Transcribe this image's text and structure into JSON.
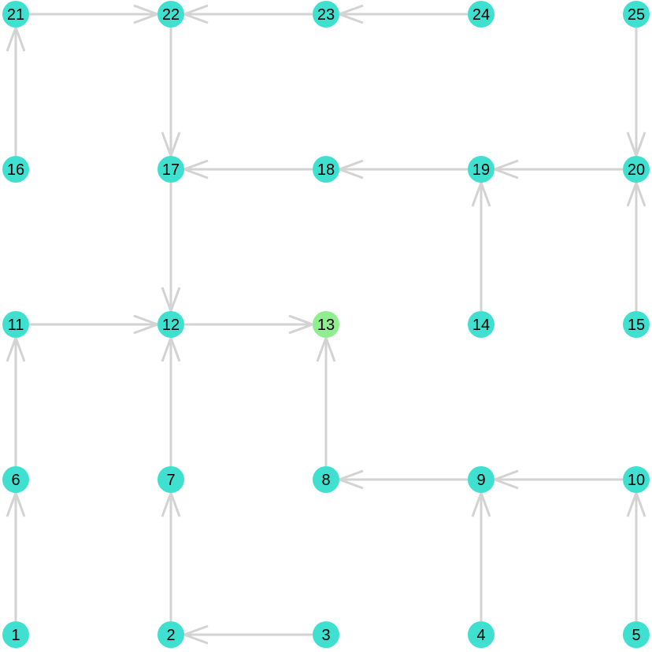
{
  "graph": {
    "colors": {
      "node_default": "#40e0d0",
      "node_highlight": "#90ee90",
      "edge": "#d3d3d3",
      "label": "#000000"
    },
    "highlight_node": "13",
    "nodes": [
      {
        "id": "1",
        "row": 0,
        "col": 0
      },
      {
        "id": "2",
        "row": 0,
        "col": 1
      },
      {
        "id": "3",
        "row": 0,
        "col": 2
      },
      {
        "id": "4",
        "row": 0,
        "col": 3
      },
      {
        "id": "5",
        "row": 0,
        "col": 4
      },
      {
        "id": "6",
        "row": 1,
        "col": 0
      },
      {
        "id": "7",
        "row": 1,
        "col": 1
      },
      {
        "id": "8",
        "row": 1,
        "col": 2
      },
      {
        "id": "9",
        "row": 1,
        "col": 3
      },
      {
        "id": "10",
        "row": 1,
        "col": 4
      },
      {
        "id": "11",
        "row": 2,
        "col": 0
      },
      {
        "id": "12",
        "row": 2,
        "col": 1
      },
      {
        "id": "13",
        "row": 2,
        "col": 2
      },
      {
        "id": "14",
        "row": 2,
        "col": 3
      },
      {
        "id": "15",
        "row": 2,
        "col": 4
      },
      {
        "id": "16",
        "row": 3,
        "col": 0
      },
      {
        "id": "17",
        "row": 3,
        "col": 1
      },
      {
        "id": "18",
        "row": 3,
        "col": 2
      },
      {
        "id": "19",
        "row": 3,
        "col": 3
      },
      {
        "id": "20",
        "row": 3,
        "col": 4
      },
      {
        "id": "21",
        "row": 4,
        "col": 0
      },
      {
        "id": "22",
        "row": 4,
        "col": 1
      },
      {
        "id": "23",
        "row": 4,
        "col": 2
      },
      {
        "id": "24",
        "row": 4,
        "col": 3
      },
      {
        "id": "25",
        "row": 4,
        "col": 4
      }
    ],
    "edges": [
      {
        "from": "1",
        "to": "6"
      },
      {
        "from": "3",
        "to": "2"
      },
      {
        "from": "2",
        "to": "7"
      },
      {
        "from": "4",
        "to": "9"
      },
      {
        "from": "5",
        "to": "10"
      },
      {
        "from": "6",
        "to": "11"
      },
      {
        "from": "7",
        "to": "12"
      },
      {
        "from": "8",
        "to": "13"
      },
      {
        "from": "9",
        "to": "8"
      },
      {
        "from": "10",
        "to": "9"
      },
      {
        "from": "11",
        "to": "12"
      },
      {
        "from": "12",
        "to": "13"
      },
      {
        "from": "14",
        "to": "19"
      },
      {
        "from": "15",
        "to": "20"
      },
      {
        "from": "16",
        "to": "21"
      },
      {
        "from": "17",
        "to": "12"
      },
      {
        "from": "18",
        "to": "17"
      },
      {
        "from": "19",
        "to": "18"
      },
      {
        "from": "20",
        "to": "19"
      },
      {
        "from": "21",
        "to": "22"
      },
      {
        "from": "22",
        "to": "17"
      },
      {
        "from": "23",
        "to": "22"
      },
      {
        "from": "24",
        "to": "23"
      },
      {
        "from": "25",
        "to": "20"
      }
    ]
  }
}
